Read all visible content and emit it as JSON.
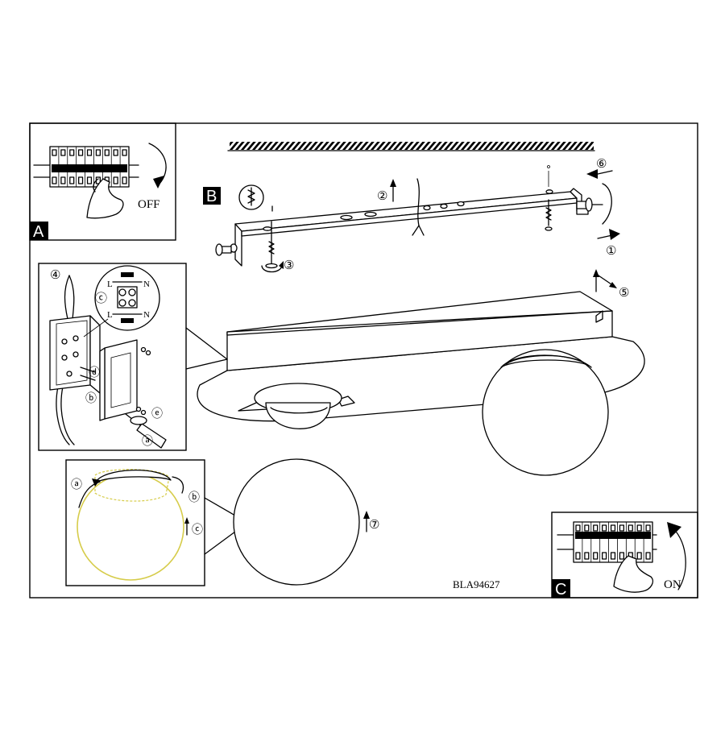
{
  "panels": {
    "a": {
      "letter": "A",
      "label": "OFF"
    },
    "b": {
      "letter": "B"
    },
    "c": {
      "letter": "C",
      "label": "ON"
    }
  },
  "steps": [
    "①",
    "②",
    "③",
    "④",
    "⑤",
    "⑥",
    "⑦"
  ],
  "wiring": {
    "step_c": "ⓒ",
    "terminal_left": "L",
    "terminal_right": "N",
    "callouts": [
      "ⓐ",
      "ⓑ",
      "ⓓ",
      "ⓔ"
    ]
  },
  "glass_detail": {
    "labels": [
      "ⓐ",
      "ⓑ",
      "ⓒ"
    ]
  },
  "model_code": "BLA94627",
  "icons": [
    "breaker-off-icon",
    "breaker-on-icon",
    "drill-bit-icon",
    "screwdriver-icon",
    "rotate-arrow-icon"
  ]
}
